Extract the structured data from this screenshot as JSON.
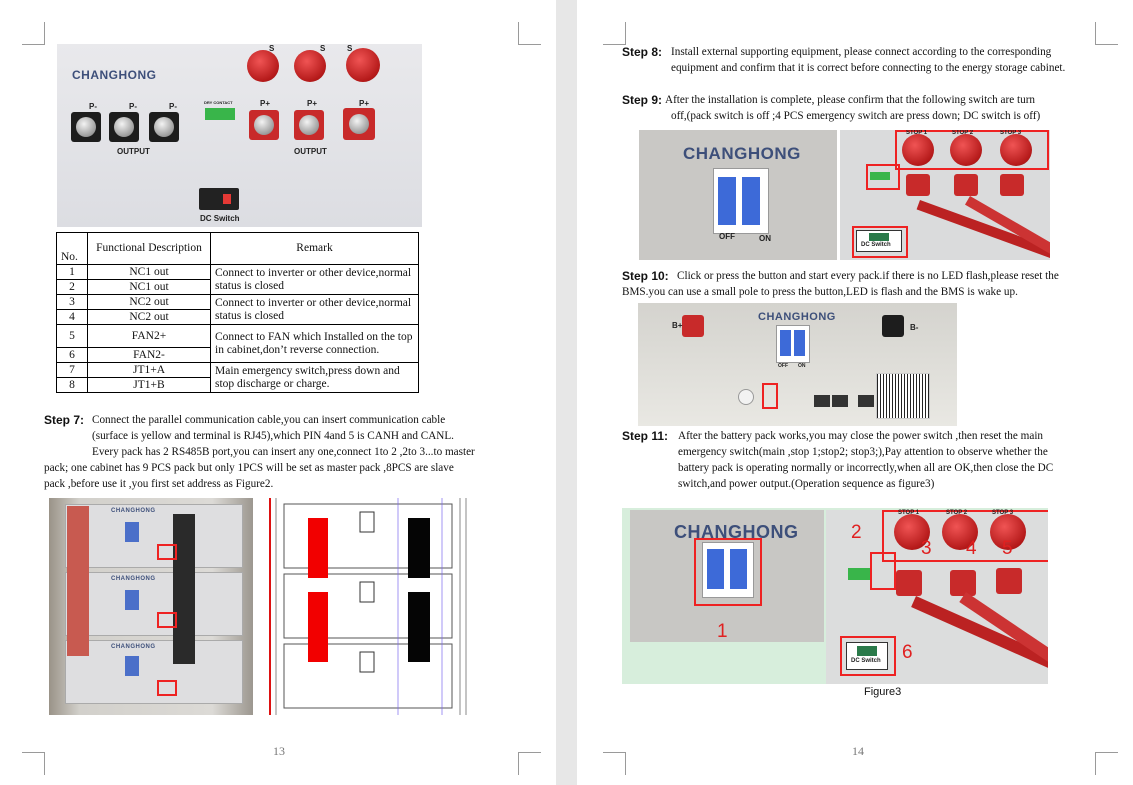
{
  "left_page": {
    "page_number": "13",
    "panel_photo": {
      "brand": "CHANGHONG",
      "labels": {
        "p_minus": "P-",
        "p_plus": "P+",
        "dry_contact": "DRY CONTACT",
        "output_left": "OUTPUT",
        "output_right": "OUTPUT",
        "dc_switch": "DC Switch",
        "s1": "S",
        "s2": "S",
        "s3": "S"
      }
    },
    "table": {
      "headers": {
        "no": "No.",
        "desc": "Functional Description",
        "remark": "Remark"
      },
      "rows": [
        {
          "no": "1",
          "desc": "NC1 out"
        },
        {
          "no": "2",
          "desc": "NC1 out"
        },
        {
          "no": "3",
          "desc": "NC2 out"
        },
        {
          "no": "4",
          "desc": "NC2 out"
        },
        {
          "no": "5",
          "desc": "FAN2+"
        },
        {
          "no": "6",
          "desc": "FAN2-"
        },
        {
          "no": "7",
          "desc": "JT1+A"
        },
        {
          "no": "8",
          "desc": "JT1+B"
        }
      ],
      "remarks": [
        "Connect to inverter or other device,normal status is closed",
        "Connect to inverter or other device,normal status is closed",
        "Connect to    FAN which Installed on the top in cabinet,don’t reverse connection.",
        "Main emergency switch,press down and stop discharge or charge."
      ]
    },
    "step7": {
      "label": "Step 7:",
      "lines": [
        "Connect the parallel communication cable,you can insert communication cable",
        "(surface is yellow and terminal is RJ45),which PIN 4and 5 is CANH and CANL.",
        "Every pack has 2 RS485B port,you can insert any one,connect 1to 2 ,2to 3...to master",
        "pack; one cabinet has 9 PCS pack but only 1PCS will be set as master pack ,8PCS are slave",
        "pack ,before use it ,you first set address as Figure2."
      ]
    },
    "rack_photo": {
      "brand1": "CHANGHONG",
      "brand2": "CHANGHONG",
      "brand3": "CHANGHONG"
    }
  },
  "right_page": {
    "page_number": "14",
    "step8": {
      "label": "Step 8:",
      "lines": [
        "Install external supporting equipment, please connect according to the corresponding",
        "equipment and confirm that it is correct before connecting to the energy storage cabinet."
      ]
    },
    "step9": {
      "label": "Step 9:",
      "lines": [
        "After the installation is complete, please confirm that the following switch are turn",
        "off,(pack switch is off ;4 PCS emergency switch are press down; DC switch is off)"
      ]
    },
    "step9_photos": {
      "brand": "CHANGHONG",
      "off": "OFF",
      "on": "ON",
      "stop1": "STOP 1",
      "stop2": "STOP 2",
      "stop3": "STOP 3",
      "dc_switch": "DC Switch"
    },
    "step10": {
      "label": "Step 10:",
      "lines": [
        "Click or press the button and start every pack.if there is no LED flash,please reset the",
        "BMS.you can use a small pole to press the button,LED is flash and the BMS is wake up."
      ]
    },
    "step10_photo": {
      "brand": "CHANGHONG",
      "b_plus": "B+",
      "b_minus": "B-",
      "off": "OFF",
      "on": "ON"
    },
    "step11": {
      "label": "Step 11:",
      "lines": [
        "After the battery pack works,you may close the power switch ,then reset the main",
        "emergency switch(main ,stop 1;stop2; stop3;),Pay attention to observe whether the",
        "battery pack is operating normally or incorrectly,when all are OK,then close the DC",
        "switch,and power output.(Operation sequence as figure3)"
      ]
    },
    "figure3": {
      "brand": "CHANGHONG",
      "markers": [
        "1",
        "2",
        "3",
        "4",
        "5",
        "6"
      ],
      "stop1": "STOP 1",
      "stop2": "STOP 2",
      "stop3": "STOP 3",
      "dc_switch": "DC Switch",
      "caption": "Figure3"
    }
  }
}
